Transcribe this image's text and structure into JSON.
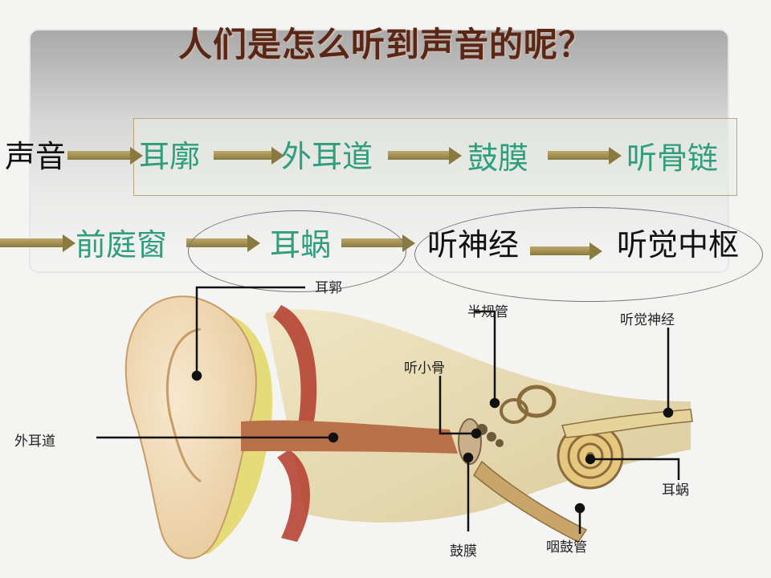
{
  "title": "人们是怎么听到声音的呢？",
  "flow": {
    "row1": [
      "声音",
      "耳廓",
      "外耳道",
      "鼓膜",
      "听骨链"
    ],
    "row2": [
      "前庭窗",
      "耳蜗",
      "听神经",
      "听觉中枢"
    ]
  },
  "ear_labels": {
    "auricle": "耳郭",
    "semicircular": "半规管",
    "auditory_nerve": "听觉神经",
    "ossicles": "听小骨",
    "ear_canal": "外耳道",
    "cochlea": "耳蜗",
    "eardrum": "鼓膜",
    "eustachian": "咽鼓管"
  },
  "colors": {
    "title": "#5a2616",
    "step_text": "#2f9e7e",
    "arrow": "#8a7a40"
  }
}
